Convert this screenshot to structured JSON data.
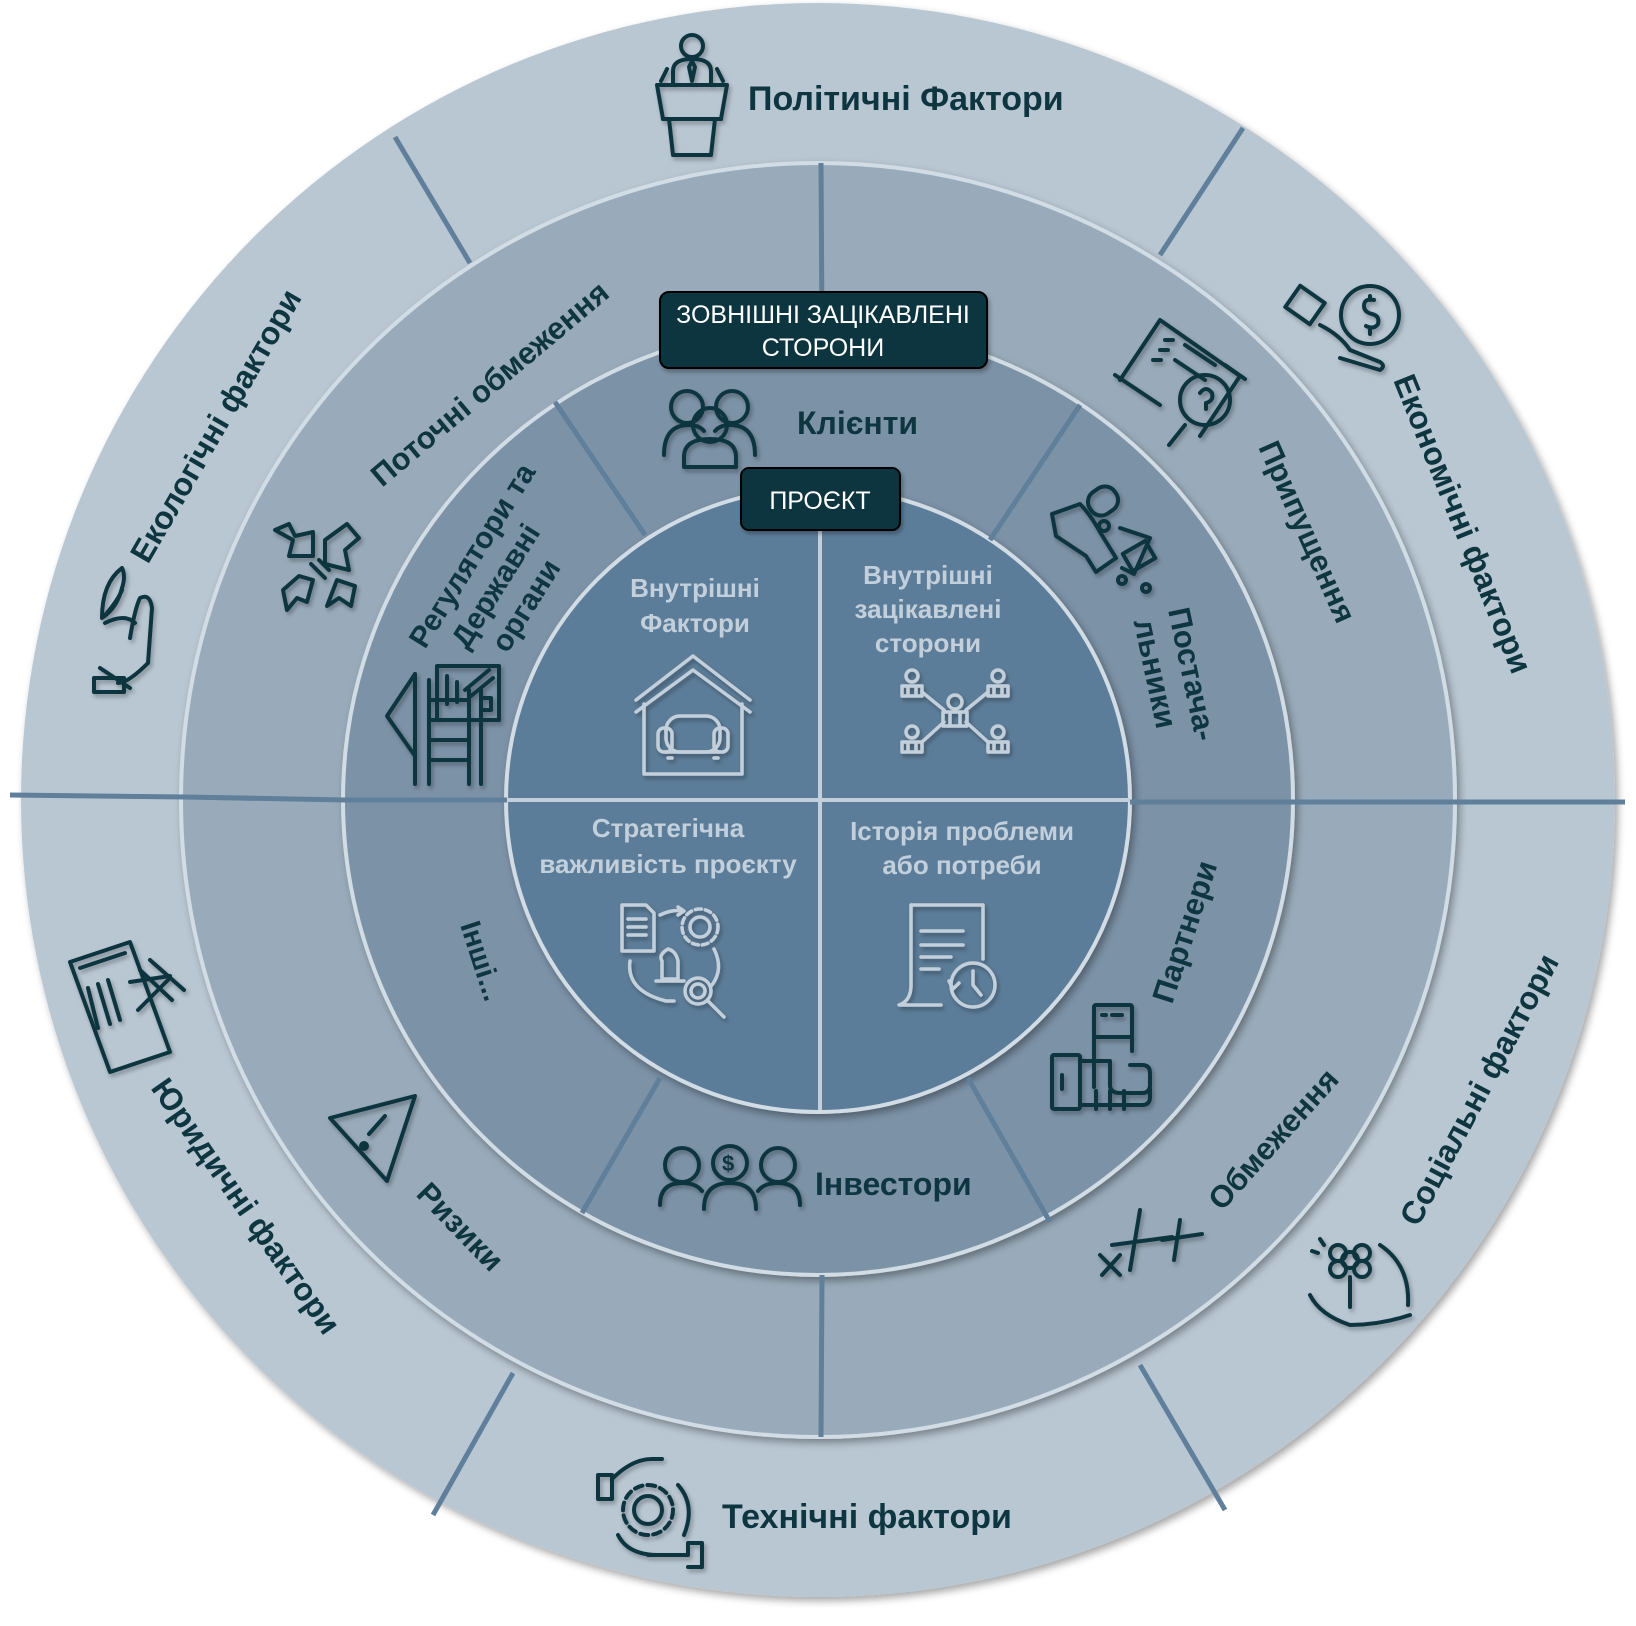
{
  "colors": {
    "outer_ring": "#b9c7d3",
    "middle_ring": "#99abba",
    "inner_ring": "#7b92a7",
    "core": "#5b7d99",
    "divider": "#5f7f9a",
    "ring_border": "#d1dce5",
    "badge_bg": "#0e3640",
    "label_dark": "#0e3640",
    "label_light": "#c3d0db"
  },
  "outer_ring": {
    "segments": [
      {
        "label": "Політичні Фактори",
        "icon": "speaker-podium-icon"
      },
      {
        "label": "Економічні фактори",
        "icon": "hand-money-icon"
      },
      {
        "label": "Соціальні фактори",
        "icon": "hand-flower-icon"
      },
      {
        "label": "Технічні фактори",
        "icon": "hand-gear-icon"
      },
      {
        "label": "Юридичні фактори",
        "icon": "law-book-gavel-icon"
      },
      {
        "label": "Екологічні фактори",
        "icon": "hand-leaf-icon"
      }
    ]
  },
  "middle_ring": {
    "segments": [
      {
        "label": "Поточні обмеження",
        "icon": "compress-arrows-icon"
      },
      {
        "label": "Припущення",
        "icon": "thinking-head-icon"
      },
      {
        "label": "Обмеження",
        "icon": "cross-marks-icon"
      },
      {
        "label": "Ризики",
        "icon": "warning-triangle-icon"
      }
    ]
  },
  "external_stakeholders": {
    "badge": "ЗОВНІШНІ ЗАЦІКАВЛЕНІ СТОРОНИ",
    "badge_lines": [
      "ЗОВНІШНІ ЗАЦІКАВЛЕНІ",
      "СТОРОНИ"
    ],
    "segments": [
      {
        "label": "Клієнти",
        "icon": "people-group-icon"
      },
      {
        "label_lines": [
          "Постача-",
          "льники"
        ],
        "icon": "supplier-cart-icon"
      },
      {
        "label": "Партнери",
        "icon": "handshake-icon"
      },
      {
        "label": "Інвестори",
        "icon": "investors-icon"
      },
      {
        "label": "Інші...",
        "icon": ""
      },
      {
        "label_lines": [
          "Регулятори та",
          "Державні",
          "органи"
        ],
        "icon": "government-building-icon"
      }
    ]
  },
  "project": {
    "badge": "ПРОЄКТ",
    "quadrants": [
      {
        "label_lines": [
          "Внутрішні",
          "Фактори"
        ],
        "icon": "house-sofa-icon"
      },
      {
        "label_lines": [
          "Внутрішні",
          "зацікавлені",
          "сторони"
        ],
        "icon": "network-people-icon"
      },
      {
        "label_lines": [
          "Стратегічна",
          "важливість проєкту"
        ],
        "icon": "strategy-cycle-icon"
      },
      {
        "label_lines": [
          "Історія проблеми",
          "або потреби"
        ],
        "icon": "document-history-icon"
      }
    ]
  }
}
